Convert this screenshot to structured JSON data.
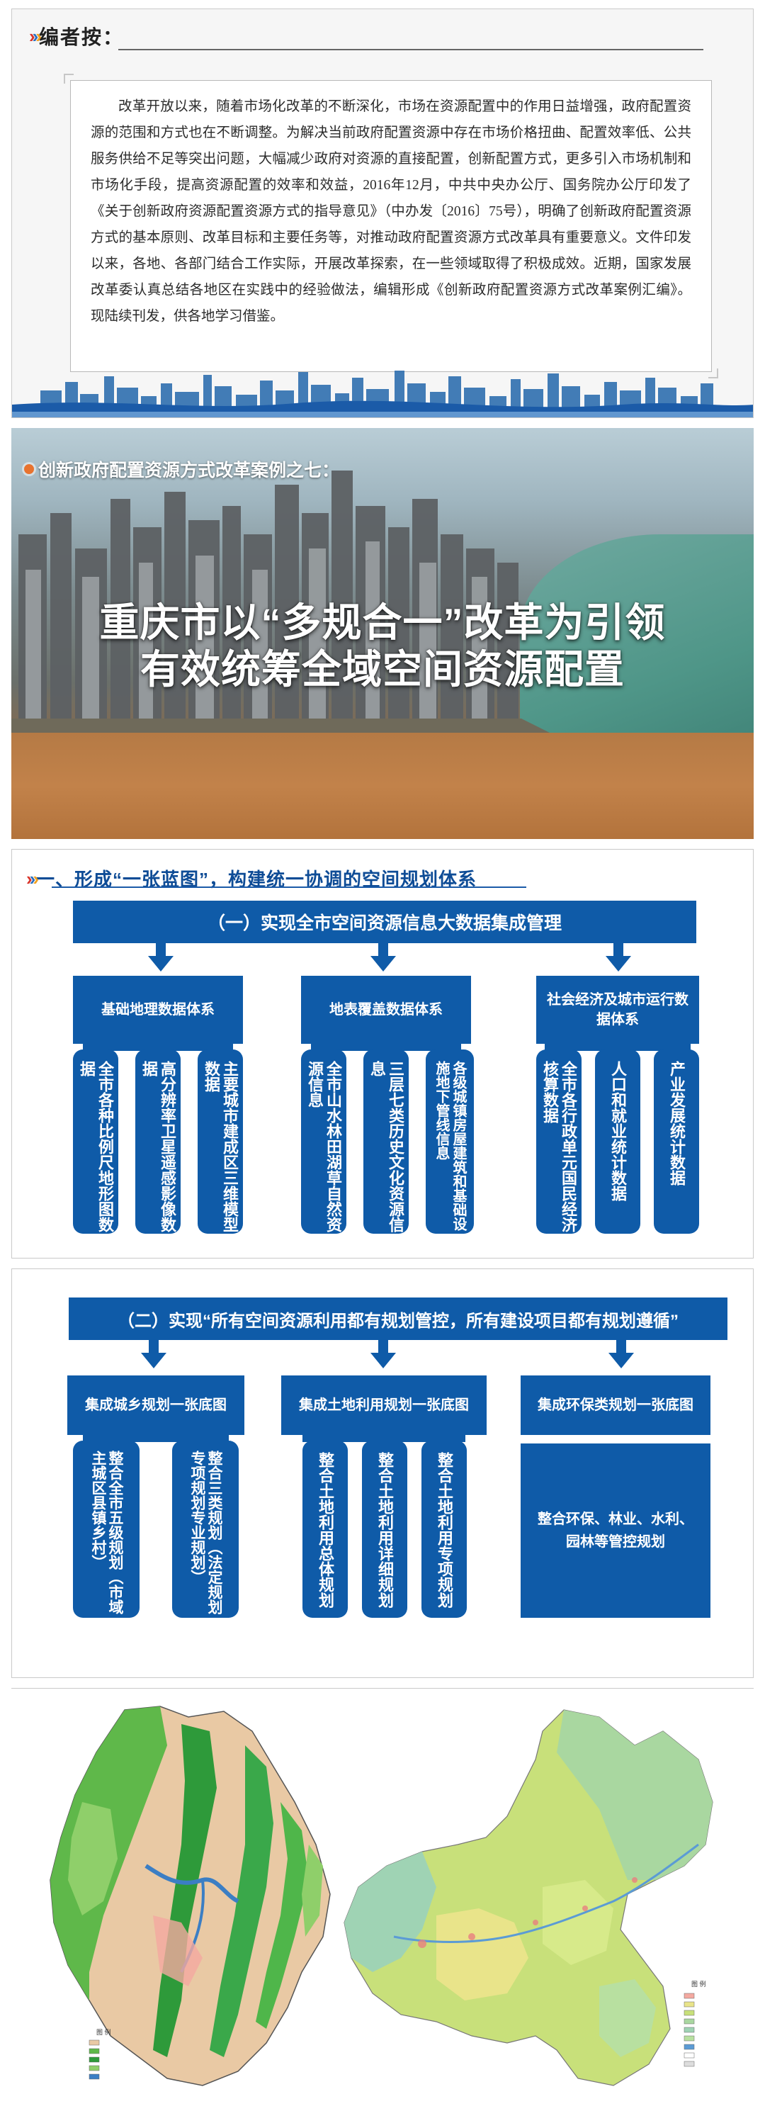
{
  "editor_note": {
    "title": "编者按：",
    "paragraph": "改革开放以来，随着市场化改革的不断深化，市场在资源配置中的作用日益增强，政府配置资源的范围和方式也在不断调整。为解决当前政府配置资源中存在市场价格扭曲、配置效率低、公共服务供给不足等突出问题，大幅减少政府对资源的直接配置，创新配置方式，更多引入市场机制和市场化手段，提高资源配置的效率和效益，2016年12月，中共中央办公厅、国务院办公厅印发了《关于创新政府资源配置资源方式的指导意见》（中办发〔2016〕75号），明确了创新政府配置资源方式的基本原则、改革目标和主要任务等，对推动政府配置资源方式改革具有重要意义。文件印发以来，各地、各部门结合工作实际，开展改革探索，在一些领域取得了积极成效。近期，国家发展改革委认真总结各地区在实践中的经验做法，编辑形成《创新政府配置资源方式改革案例汇编》。现陆续刊发，供各地学习借鉴。"
  },
  "hero": {
    "subtitle": "创新政府配置资源方式改革案例之七：",
    "title_line1": "重庆市以“多规合一”改革为引领",
    "title_line2": "有效统筹全域空间资源配置"
  },
  "section_one": {
    "heading": "一、形成“一张蓝图”，构建统一协调的空间规划体系",
    "top_bar": "（一）实现全市空间资源信息大数据集成管理",
    "groups": [
      {
        "title": "基础地理数据体系",
        "items": [
          "全市各种比例尺地形图数据",
          "高分辨率卫星遥感影像数据",
          "主要城市建成区三维模型数据"
        ]
      },
      {
        "title": "地表覆盖数据体系",
        "items": [
          "全市山水林田湖草自然资源信息",
          "三层七类历史文化资源信息",
          "各级城镇房屋建筑和基础设施地下管线信息"
        ]
      },
      {
        "title": "社会经济及城市运行数据体系",
        "items": [
          "全市各行政单元国民经济核算数据",
          "人口和就业统计数据",
          "产业发展统计数据"
        ]
      }
    ]
  },
  "section_two": {
    "top_bar": "（二）实现“所有空间资源利用都有规划管控，所有建设项目都有规划遵循”",
    "groups": [
      {
        "title": "集成城乡规划一张底图",
        "items": [
          "整合全市五级规划（市域主城区县镇乡村）",
          "整合三类规划（法定规划专项规划专业规划）"
        ]
      },
      {
        "title": "集成土地利用规划一张底图",
        "items": [
          "整合土地利用总体规划",
          "整合土地利用详细规划",
          "整合土地利用专项规划"
        ]
      },
      {
        "title": "集成环保类规划一张底图",
        "text": "整合环保、林业、水利、园林等管控规划"
      }
    ]
  },
  "maps": {
    "legend_title_left": "图 例",
    "legend_title_right": "图 例"
  },
  "colors": {
    "brand_blue": "#0f5ba8",
    "chevron_red": "#d9352b",
    "chevron_blue": "#2a6fc0",
    "chevron_orange": "#f0a020"
  }
}
